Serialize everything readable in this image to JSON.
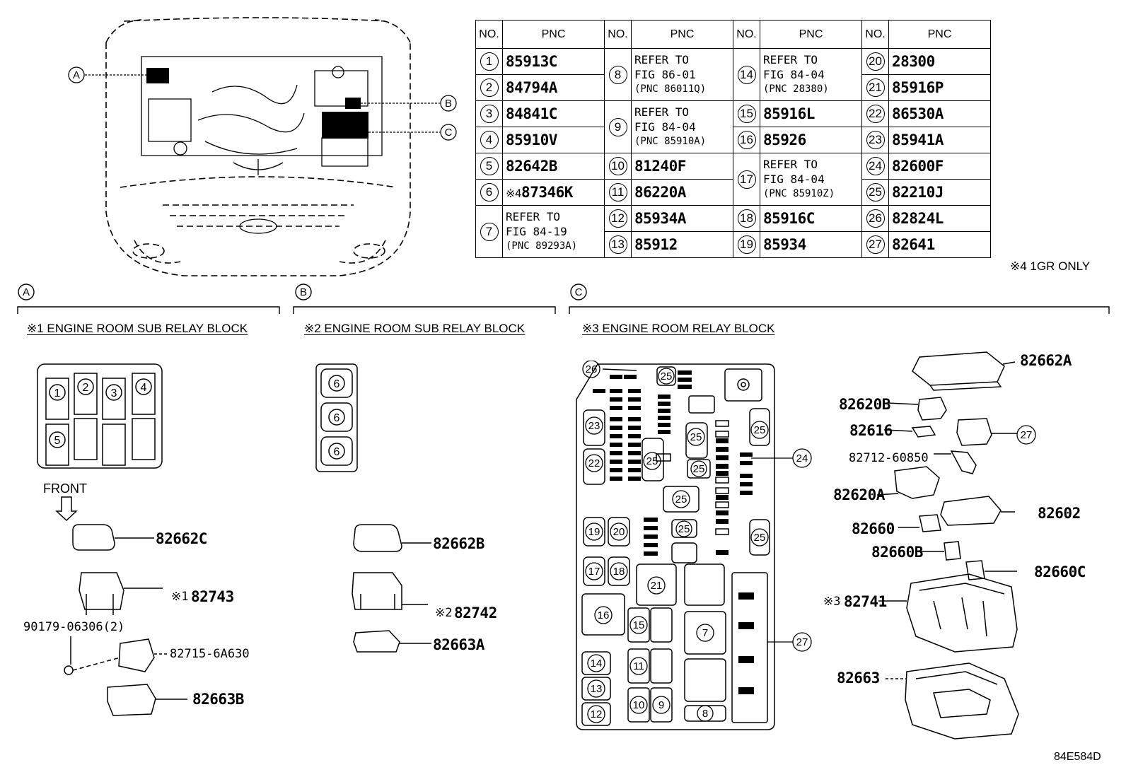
{
  "table": {
    "header_no": "NO.",
    "header_pnc": "PNC",
    "columns": [
      [
        {
          "no": "1",
          "pnc": "85913C"
        },
        {
          "no": "2",
          "pnc": "84794A"
        },
        {
          "no": "3",
          "pnc": "84841C"
        },
        {
          "no": "4",
          "pnc": "85910V"
        },
        {
          "no": "5",
          "pnc": "82642B"
        },
        {
          "no": "6",
          "note": "※4",
          "pnc": "87346K"
        },
        {
          "no": "7",
          "refer": [
            "REFER TO",
            "FIG 84-19",
            "(PNC 89293A)"
          ]
        }
      ],
      [
        {
          "no": "8",
          "refer": [
            "REFER TO",
            "FIG 86-01",
            "(PNC 86011Q)"
          ]
        },
        {
          "no": "9",
          "refer": [
            "REFER TO",
            "FIG 84-04",
            "(PNC 85910A)"
          ]
        },
        {
          "no": "10",
          "pnc": "81240F"
        },
        {
          "no": "11",
          "pnc": "86220A"
        },
        {
          "no": "12",
          "pnc": "85934A"
        },
        {
          "no": "13",
          "pnc": "85912"
        }
      ],
      [
        {
          "no": "14",
          "refer": [
            "REFER TO",
            "FIG 84-04",
            "(PNC 28380)"
          ]
        },
        {
          "no": "15",
          "pnc": "85916L"
        },
        {
          "no": "16",
          "pnc": "85926"
        },
        {
          "no": "17",
          "refer": [
            "REFER TO",
            "FIG 84-04",
            "(PNC 85910Z)"
          ]
        },
        {
          "no": "18",
          "pnc": "85916C"
        },
        {
          "no": "19",
          "pnc": "85934"
        }
      ],
      [
        {
          "no": "20",
          "pnc": "28300"
        },
        {
          "no": "21",
          "pnc": "85916P"
        },
        {
          "no": "22",
          "pnc": "86530A"
        },
        {
          "no": "23",
          "pnc": "85941A"
        },
        {
          "no": "24",
          "pnc": "82600F"
        },
        {
          "no": "25",
          "pnc": "82210J"
        },
        {
          "no": "26",
          "pnc": "82824L"
        },
        {
          "no": "27",
          "pnc": "82641"
        }
      ]
    ]
  },
  "footnote": "※4 1GR ONLY",
  "overview_callouts": [
    "A",
    "B",
    "C"
  ],
  "sections": [
    {
      "letter": "A",
      "title": "※1 ENGINE ROOM SUB RELAY BLOCK"
    },
    {
      "letter": "B",
      "title": "※2 ENGINE ROOM SUB RELAY BLOCK"
    },
    {
      "letter": "C",
      "title": "※3 ENGINE ROOM RELAY BLOCK"
    }
  ],
  "section_a": {
    "front_label": "FRONT",
    "slots": [
      "1",
      "2",
      "3",
      "4",
      "5"
    ],
    "parts": {
      "p82662C": "82662C",
      "mark1": "※1",
      "p82743": "82743",
      "bolt": "90179-06306(2)",
      "p82715": "82715-6A630",
      "p82663B": "82663B"
    }
  },
  "section_b": {
    "slots": [
      "6",
      "6",
      "6"
    ],
    "parts": {
      "p82662B": "82662B",
      "mark2": "※2",
      "p82742": "82742",
      "p82663A": "82663A"
    }
  },
  "section_c": {
    "block_numbers": {
      "n26": "26",
      "n25": "25",
      "n24": "24",
      "n23": "23",
      "n22": "22",
      "n21": "21",
      "n20": "20",
      "n19": "19",
      "n18": "18",
      "n17": "17",
      "n16": "16",
      "n15": "15",
      "n14": "14",
      "n13": "13",
      "n12": "12",
      "n11": "11",
      "n10": "10",
      "n9": "9",
      "n8": "8",
      "n7": "7",
      "n27": "27"
    },
    "parts": {
      "p82662A": "82662A",
      "p82620B": "82620B",
      "p82616": "82616",
      "p82712": "82712-60850",
      "p82620A": "82620A",
      "p82602": "82602",
      "p82660": "82660",
      "p82660B": "82660B",
      "p82660C": "82660C",
      "mark3": "※3",
      "p82741": "82741",
      "p82663": "82663",
      "n27": "27"
    }
  },
  "figure_code": "84E584D"
}
